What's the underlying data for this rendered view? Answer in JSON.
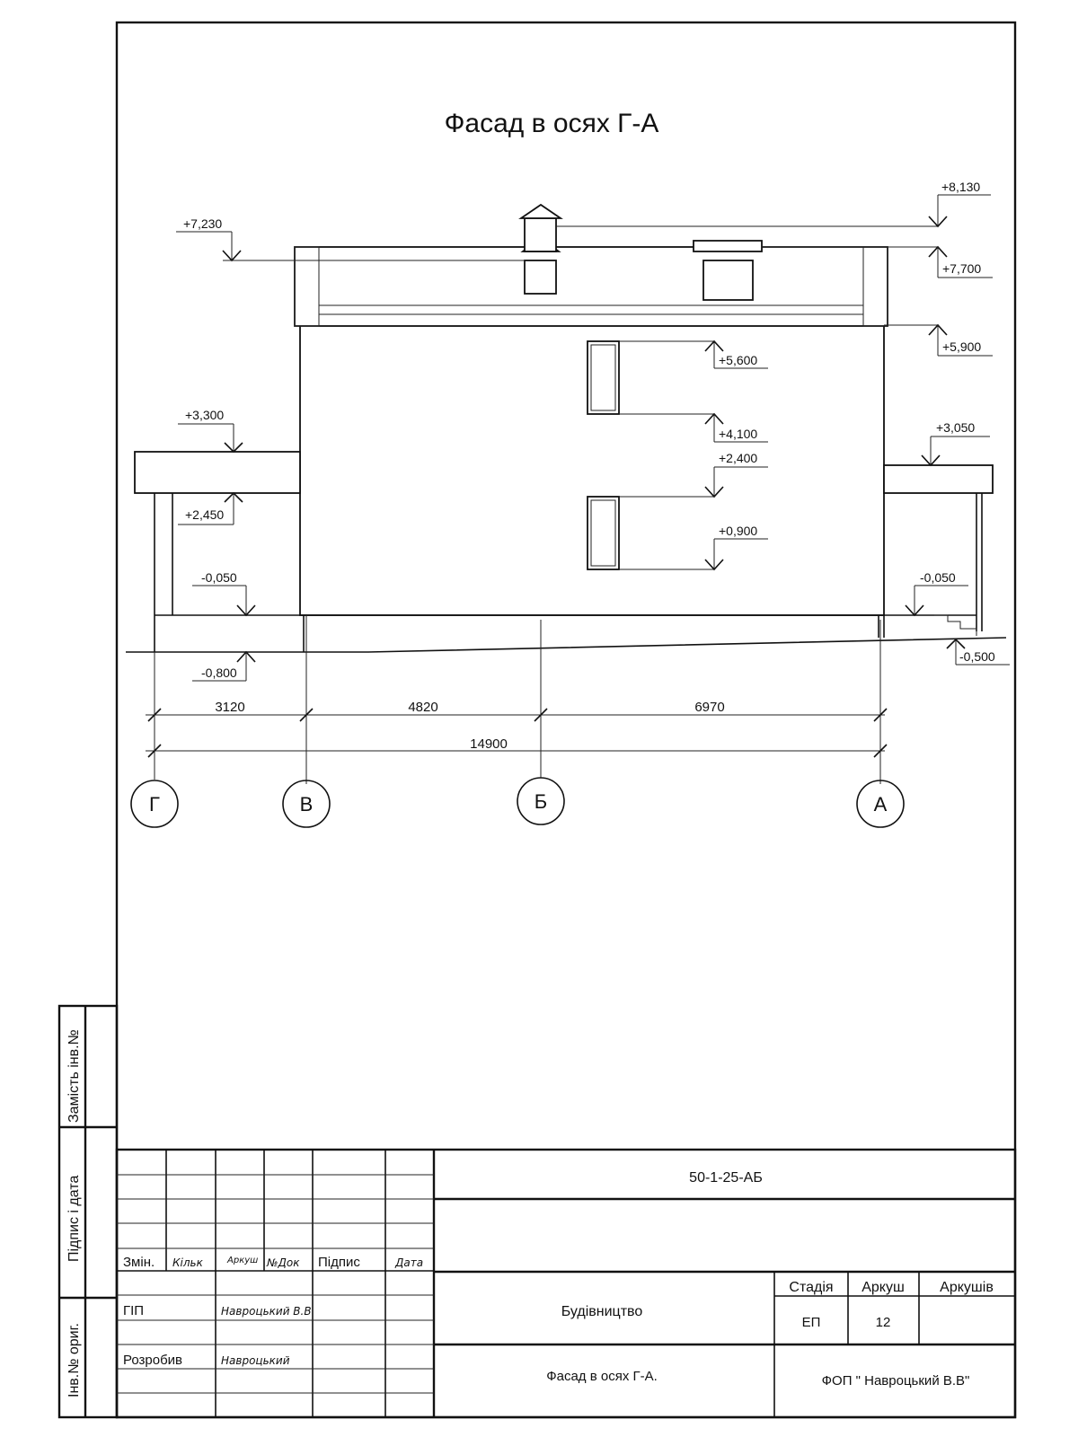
{
  "drawing_title": "Фасад в осях Г-А",
  "levels": {
    "top_chimney": "+8,130",
    "roof_top": "+7,700",
    "roof_left": "+7,230",
    "eave": "+5,900",
    "win2_top": "+5,600",
    "win2_bottom": "+4,100",
    "win1_top": "+2,400",
    "win1_bottom": "+0,900",
    "canopy_left_top": "+3,300",
    "canopy_left_bottom": "+2,450",
    "canopy_right_top": "+3,050",
    "floor_left": "-0,050",
    "floor_right": "-0,050",
    "ground_left": "-0,800",
    "ground_right": "-0,500"
  },
  "dimensions": {
    "d1": "3120",
    "d2": "4820",
    "d3": "6970",
    "total": "14900"
  },
  "axes": [
    "Г",
    "В",
    "Б",
    "А"
  ],
  "side_stamp": {
    "replace": "Замість інв.№",
    "sign_date": "Підпис і дата",
    "orig": "Інв.№ ориг."
  },
  "title_block": {
    "code": "50-1-25-АБ",
    "headers": {
      "change": "Змін.",
      "count": "Кільк",
      "sheet": "Аркуш",
      "doc": "№Док",
      "sign": "Підпис",
      "date": "Дата"
    },
    "roles": [
      {
        "role": "ГІП",
        "name": "Навроцький В.В"
      },
      {
        "role": "Розробив",
        "name": "Навроцький"
      }
    ],
    "construction": "Будівництво",
    "sheet_name": "Фасад в осях Г-А.",
    "stage_label": "Стадія",
    "sheet_label": "Аркуш",
    "sheets_label": "Аркушів",
    "stage": "ЕП",
    "sheet": "12",
    "sheets": "",
    "company": "ФОП \" Навроцький В.В\""
  }
}
